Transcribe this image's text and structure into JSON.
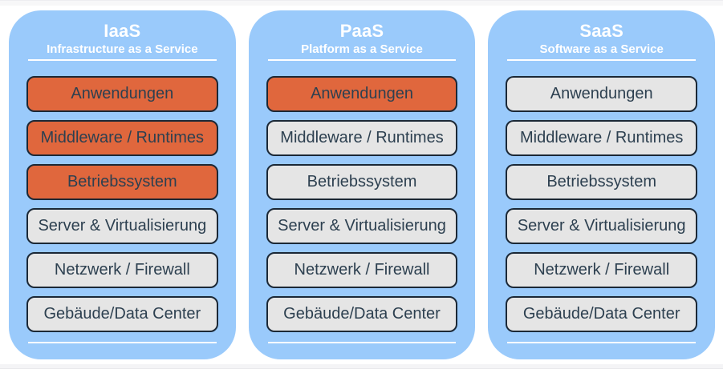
{
  "colors": {
    "column_bg": "#9ACAFB",
    "box_highlight": "#E0673D",
    "box_normal": "#E5E5E5",
    "box_border": "#1B2836",
    "box_text": "#2D4050",
    "header_text": "#FFFFFF"
  },
  "columns": [
    {
      "title": "IaaS",
      "subtitle": "Infrastructure as a Service",
      "layers": [
        {
          "label": "Anwendungen",
          "highlighted": true
        },
        {
          "label": "Middleware / Runtimes",
          "highlighted": true
        },
        {
          "label": "Betriebssystem",
          "highlighted": true
        },
        {
          "label": "Server & Virtualisierung",
          "highlighted": false
        },
        {
          "label": "Netzwerk / Firewall",
          "highlighted": false
        },
        {
          "label": "Gebäude/Data Center",
          "highlighted": false
        }
      ]
    },
    {
      "title": "PaaS",
      "subtitle": "Platform as a Service",
      "layers": [
        {
          "label": "Anwendungen",
          "highlighted": true
        },
        {
          "label": "Middleware / Runtimes",
          "highlighted": false
        },
        {
          "label": "Betriebssystem",
          "highlighted": false
        },
        {
          "label": "Server & Virtualisierung",
          "highlighted": false
        },
        {
          "label": "Netzwerk / Firewall",
          "highlighted": false
        },
        {
          "label": "Gebäude/Data Center",
          "highlighted": false
        }
      ]
    },
    {
      "title": "SaaS",
      "subtitle": "Software as a Service",
      "layers": [
        {
          "label": "Anwendungen",
          "highlighted": false
        },
        {
          "label": "Middleware / Runtimes",
          "highlighted": false
        },
        {
          "label": "Betriebssystem",
          "highlighted": false
        },
        {
          "label": "Server & Virtualisierung",
          "highlighted": false
        },
        {
          "label": "Netzwerk / Firewall",
          "highlighted": false
        },
        {
          "label": "Gebäude/Data Center",
          "highlighted": false
        }
      ]
    }
  ]
}
